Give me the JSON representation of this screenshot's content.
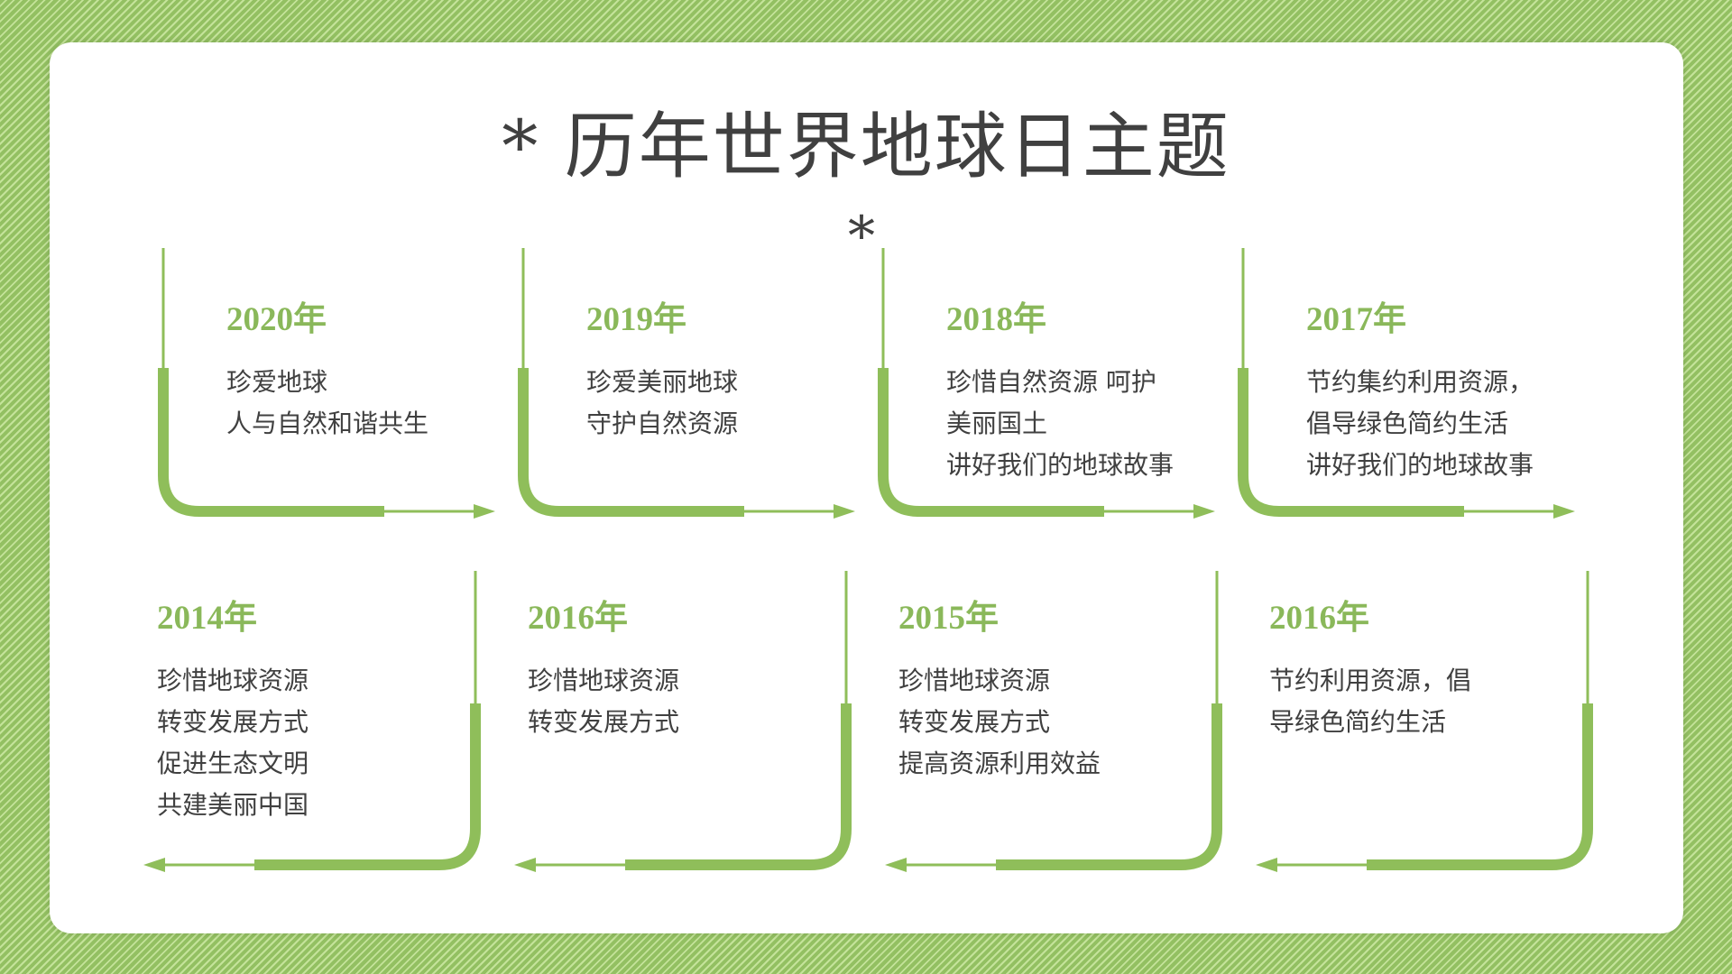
{
  "title": "* 历年世界地球日主题",
  "subtitle_mark": "*",
  "accent_color": "#8fbe5a",
  "top_row": [
    {
      "year": "2020年",
      "lines": [
        "珍爱地球",
        "人与自然和谐共生"
      ]
    },
    {
      "year": "2019年",
      "lines": [
        "珍爱美丽地球",
        "守护自然资源"
      ]
    },
    {
      "year": "2018年",
      "lines": [
        "珍惜自然资源 呵护",
        "美丽国土",
        "讲好我们的地球故事"
      ]
    },
    {
      "year": "2017年",
      "lines": [
        "节约集约利用资源，",
        "倡导绿色简约生活",
        "讲好我们的地球故事"
      ]
    }
  ],
  "bottom_row": [
    {
      "year": "2014年",
      "lines": [
        "珍惜地球资源",
        "转变发展方式",
        "促进生态文明",
        "共建美丽中国"
      ]
    },
    {
      "year": "2016年",
      "lines": [
        "珍惜地球资源",
        "转变发展方式"
      ]
    },
    {
      "year": "2015年",
      "lines": [
        "珍惜地球资源",
        "转变发展方式",
        "提高资源利用效益"
      ]
    },
    {
      "year": "2016年",
      "lines": [
        "节约利用资源，倡",
        "导绿色简约生活"
      ]
    }
  ]
}
